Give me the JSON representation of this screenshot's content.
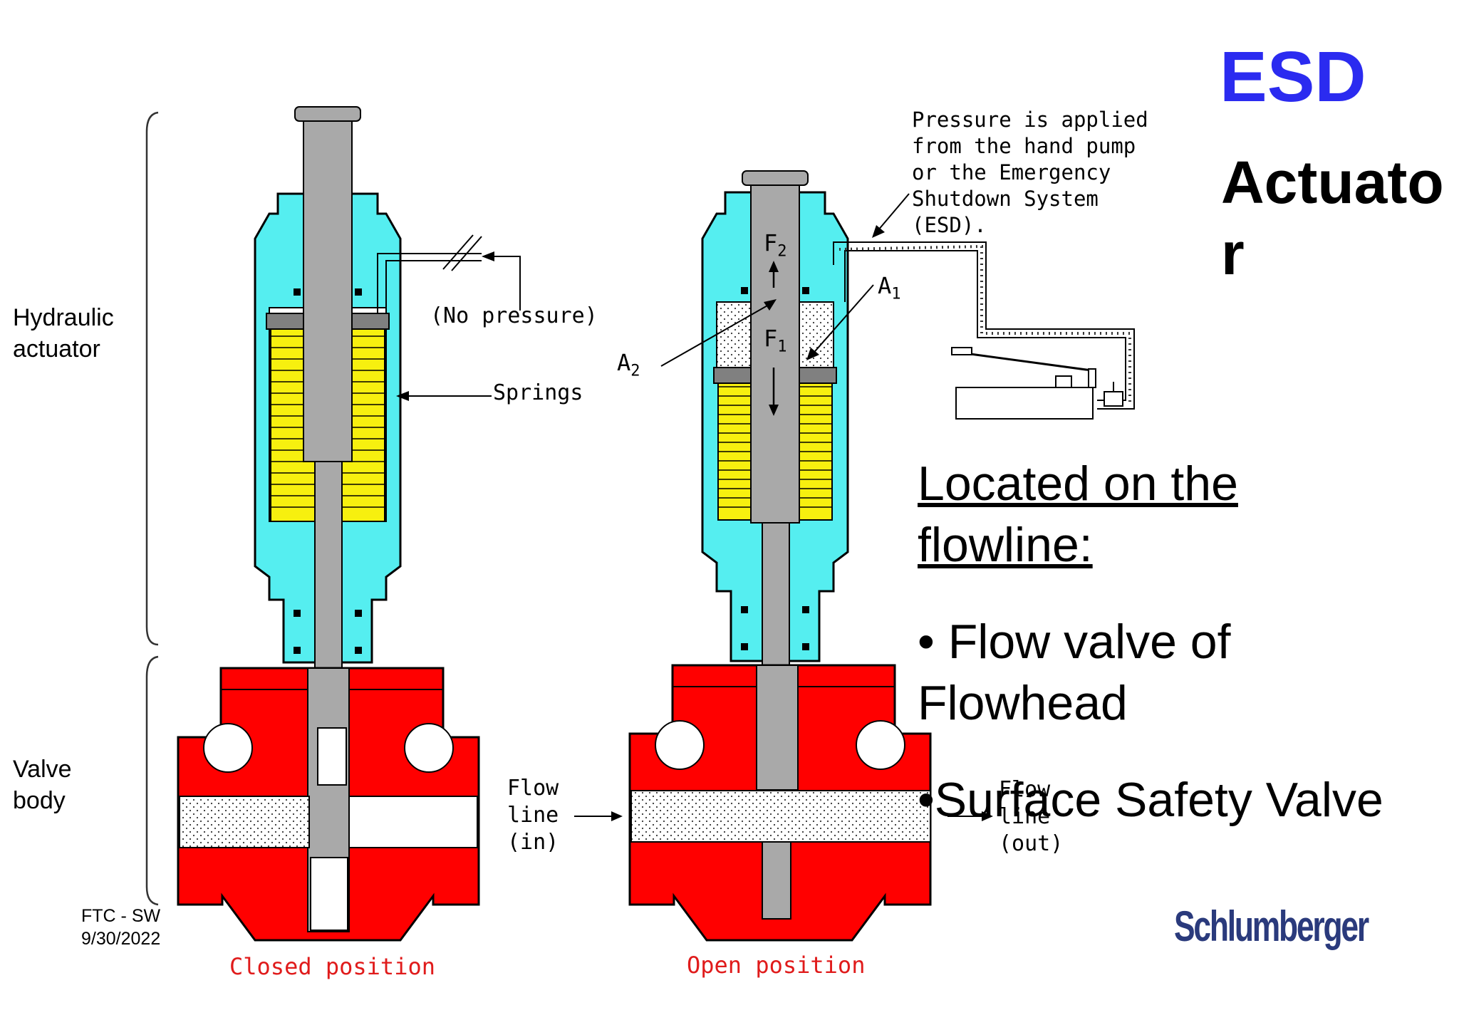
{
  "slide": {
    "title": "ESD",
    "subtitle": "Actuator",
    "heading": "Located on the flowline:",
    "heading_line1": "Located on the",
    "heading_line2": "flowline:",
    "bullets": [
      {
        "line1": "• Flow valve of",
        "line2": "Flowhead"
      },
      {
        "line1": "•Surface Safety Valve"
      }
    ],
    "footer": {
      "line1": "FTC - SW",
      "line2": "9/30/2022"
    },
    "logo": "Schlumberger"
  },
  "diagram": {
    "side_labels": {
      "actuator_line1": "Hydraulic",
      "actuator_line2": "actuator",
      "body_line1": "Valve",
      "body_line2": "body"
    },
    "closed": {
      "caption": "Closed position",
      "no_pressure": "(No pressure)",
      "springs": "Springs"
    },
    "open": {
      "caption": "Open position",
      "pressure_note": [
        "Pressure is applied",
        "from the hand pump",
        "or the Emergency",
        "Shutdown System",
        "(ESD)."
      ],
      "flow_in": [
        "Flow",
        "line",
        "(in)"
      ],
      "flow_out": [
        "Flow",
        "line",
        "(out)"
      ],
      "f2": "F",
      "f2_sub": "2",
      "f1": "F",
      "f1_sub": "1",
      "a1": "A",
      "a1_sub": "1",
      "a2": "A",
      "a2_sub": "2"
    },
    "colors": {
      "actuator": "#55eef0",
      "valve_body": "#ff0000",
      "stem": "#a9a9a9",
      "springs": "#f7f00f",
      "caption": "#e01b1b",
      "title": "#2b2bf0",
      "logo": "#2a3a7c"
    }
  }
}
